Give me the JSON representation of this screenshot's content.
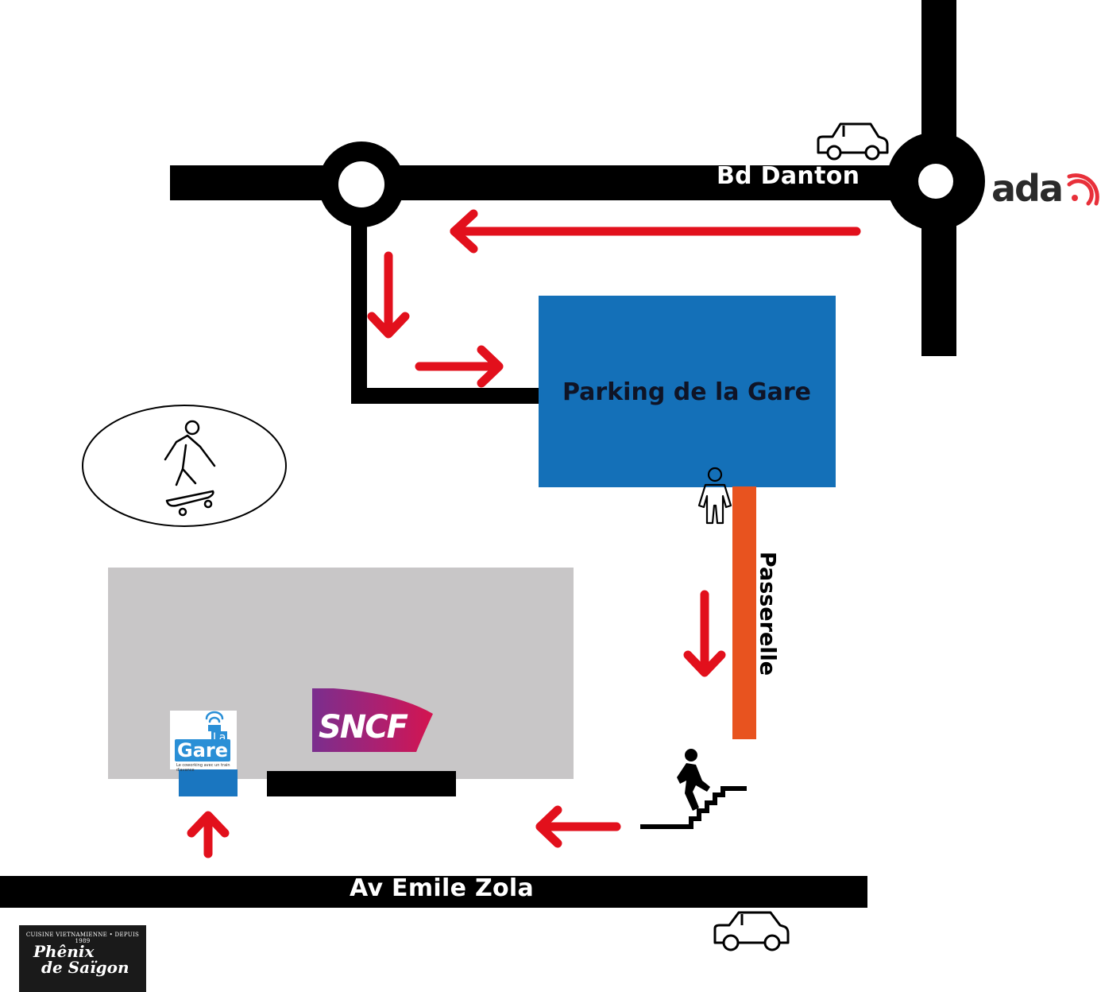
{
  "streets": {
    "top": "Bd Danton",
    "bottom": "Av Emile Zola"
  },
  "places": {
    "parking": "Parking de la Gare",
    "footbridge": "Passerelle"
  },
  "logos": {
    "ada": "ada",
    "gare_la": "La",
    "gare_word": "Gare",
    "gare_tagline": "Le coworking avec un train d'avance",
    "sncf": "SNCF",
    "phenix_tagline": "CUISINE VIETNAMIENNE • DEPUIS 1989",
    "phenix_line1": "Phênix",
    "phenix_line2": "de Saïgon"
  },
  "icons": [
    "car-icon",
    "pedestrian-icon",
    "skateboarder-icon",
    "stairs-walker-icon",
    "direction-arrow-icon",
    "roundabout-icon"
  ],
  "colors": {
    "road": "#000000",
    "route_arrow": "#e2101c",
    "parking": "#1470b8",
    "footbridge": "#e8531f",
    "station": "#c8c6c7",
    "gare_blue": "#2a8fd6",
    "sncf_purple": "#8b2a8a",
    "ada_signal": "#e8303a"
  }
}
